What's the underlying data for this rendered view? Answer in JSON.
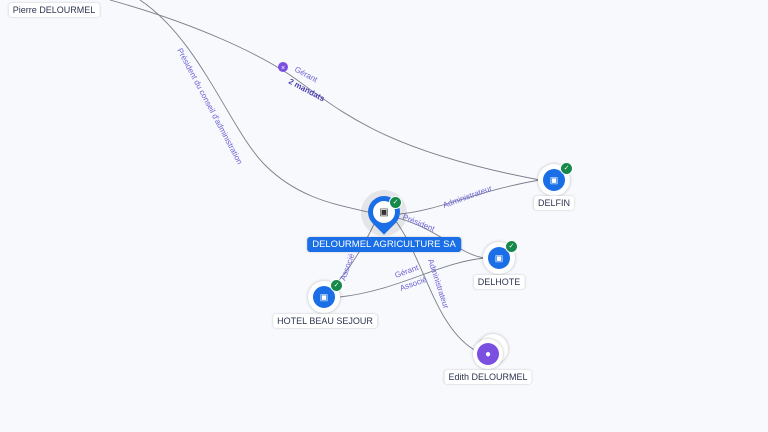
{
  "nodes": {
    "pierre": {
      "label": "Pierre DELOURMEL",
      "icon": "person-icon"
    },
    "agriculture": {
      "label": "DELOURMEL AGRICULTURE SA",
      "icon": "company-icon"
    },
    "delfin": {
      "label": "DELFIN",
      "icon": "company-icon"
    },
    "delhote": {
      "label": "DELHOTE",
      "icon": "company-icon"
    },
    "hotel": {
      "label": "HOTEL BEAU SEJOUR",
      "icon": "company-icon"
    },
    "edith": {
      "label": "Edith DELOURMEL",
      "icon": "person-icon"
    }
  },
  "edges": {
    "pierre_delfin": {
      "role": "Gérant",
      "count": "2 mandats"
    },
    "pierre_agri": {
      "role": "Président du conseil d'administration"
    },
    "delfin_agri": {
      "role": "Administrateur"
    },
    "agri_delhote": {
      "role": "Président"
    },
    "hotel_delhote": {
      "role1": "Gérant",
      "role2": "Associé"
    },
    "hotel_agri": {
      "role": "Associé"
    },
    "edith_agri": {
      "role": "Administrateur"
    }
  },
  "colors": {
    "accent": "#1a6fe6",
    "verified": "#16894a",
    "person": "#7b4fe0",
    "edge": "#6b7080"
  }
}
